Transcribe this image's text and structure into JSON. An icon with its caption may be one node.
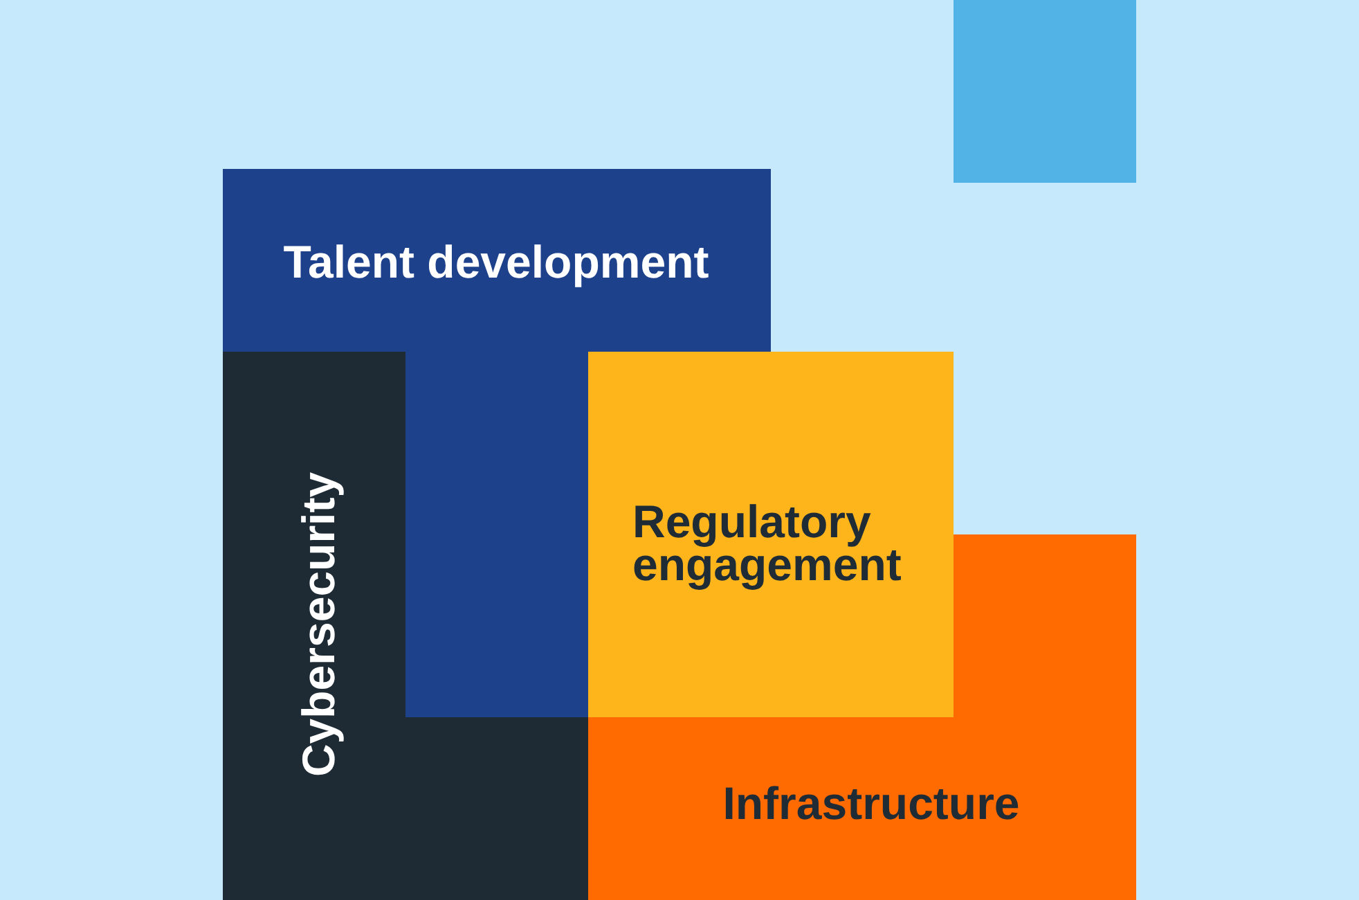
{
  "diagram": {
    "nodes": [
      {
        "text": [],
        "shape": "box"
      },
      {
        "text": [
          "Talent development"
        ]
      },
      {
        "text": [
          "Cybersecurity"
        ]
      },
      {
        "text": [
          "Regulatory engagement"
        ]
      },
      {
        "text": [
          "Infrastructure"
        ]
      }
    ]
  }
}
